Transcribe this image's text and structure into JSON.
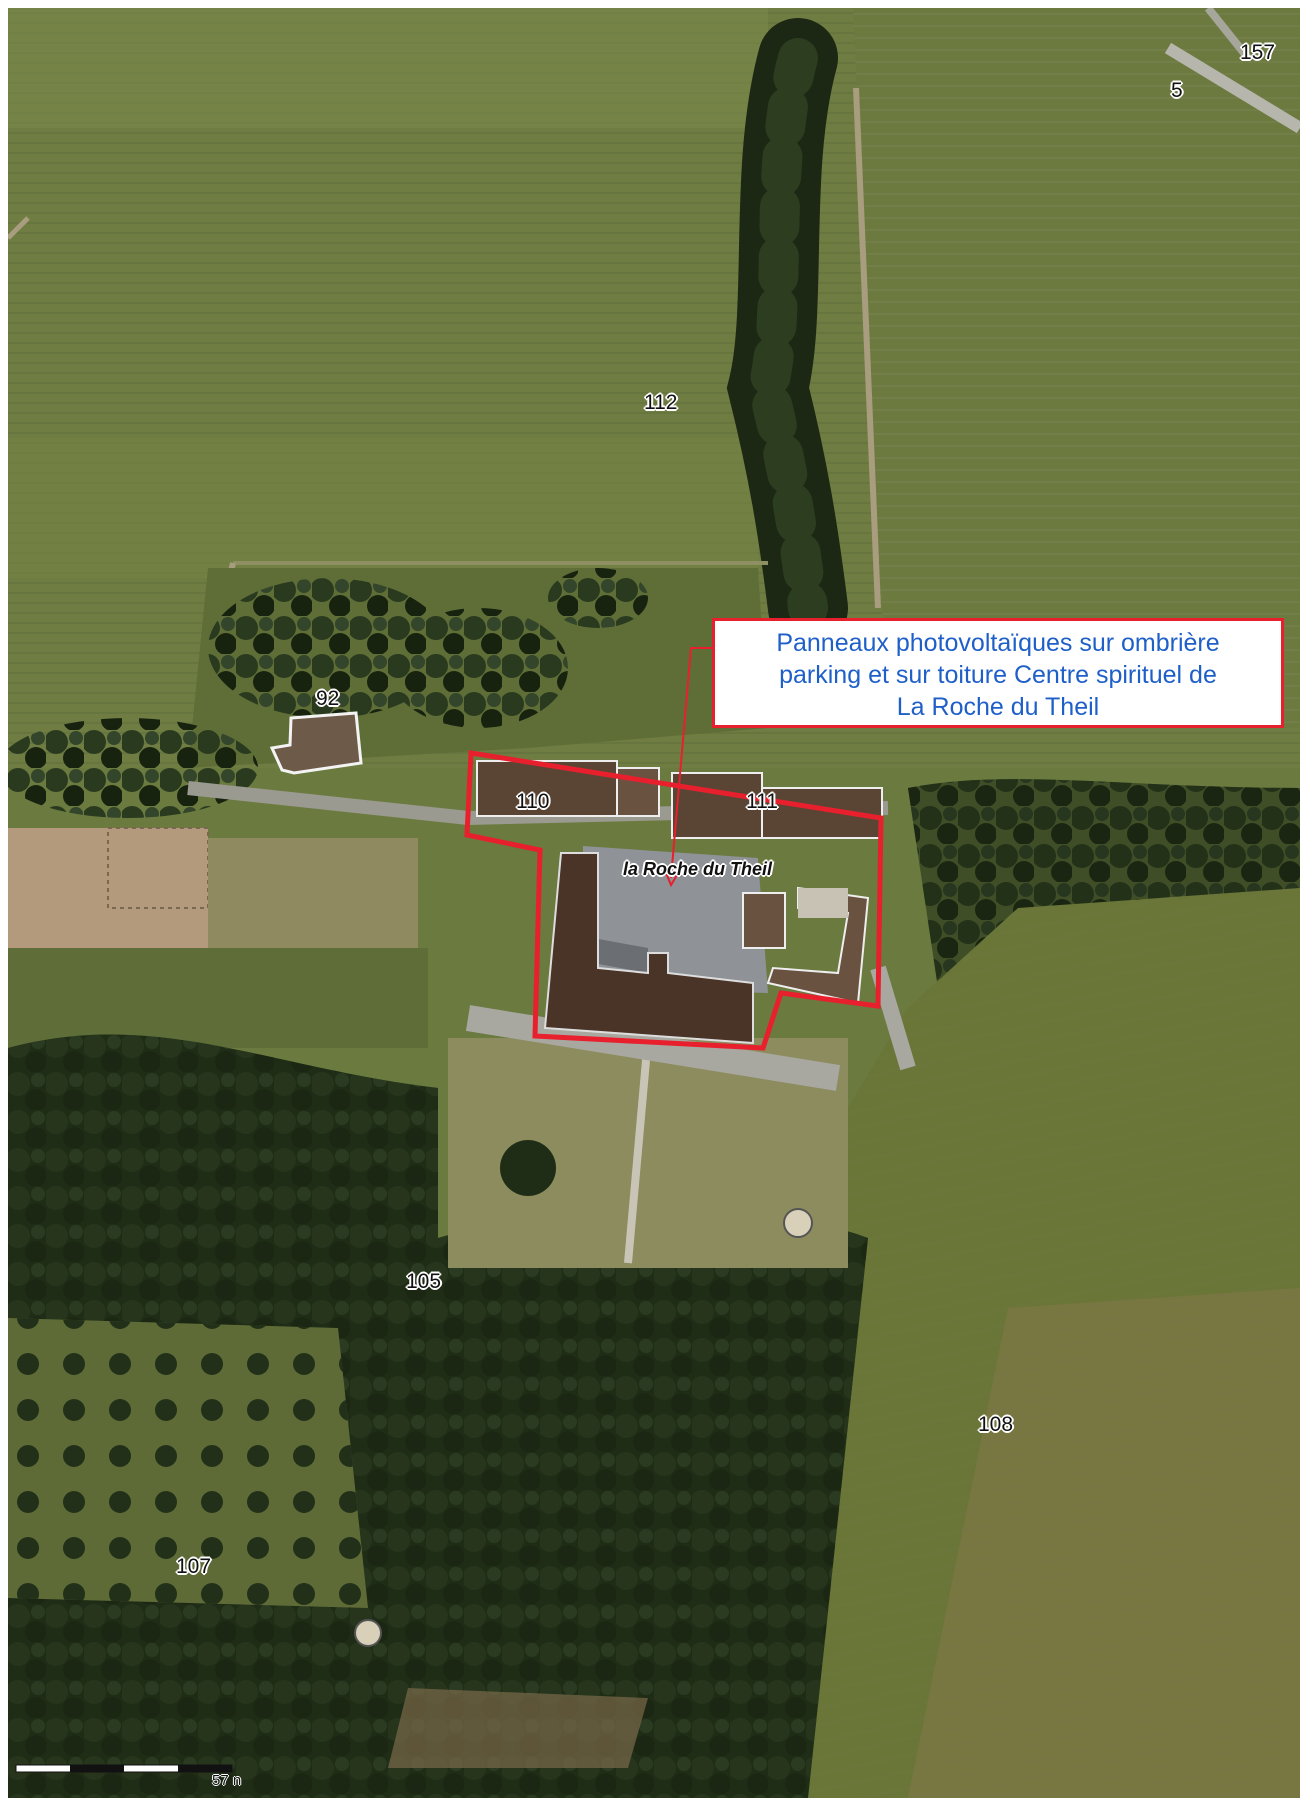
{
  "map": {
    "labels": {
      "parcel_157": "157",
      "parcel_5": "5",
      "parcel_112": "112",
      "parcel_92": "92",
      "parcel_110": "110",
      "parcel_111": "111",
      "parcel_105": "105",
      "parcel_108": "108",
      "parcel_107": "107",
      "place_name": "la Roche du Theil"
    },
    "callout": {
      "line1": "Panneaux photovoltaïques sur ombrière",
      "line2": "parking et sur toiture Centre spirituel de",
      "line3": "La Roche du Theil"
    },
    "scale_bar": {
      "label": "57 n"
    },
    "colors": {
      "highlight_outline": "#e8202e",
      "callout_text": "#1f5fc8",
      "field": "#6f7d43",
      "forest": "#1f2d17",
      "roof": "#4a3428"
    }
  }
}
